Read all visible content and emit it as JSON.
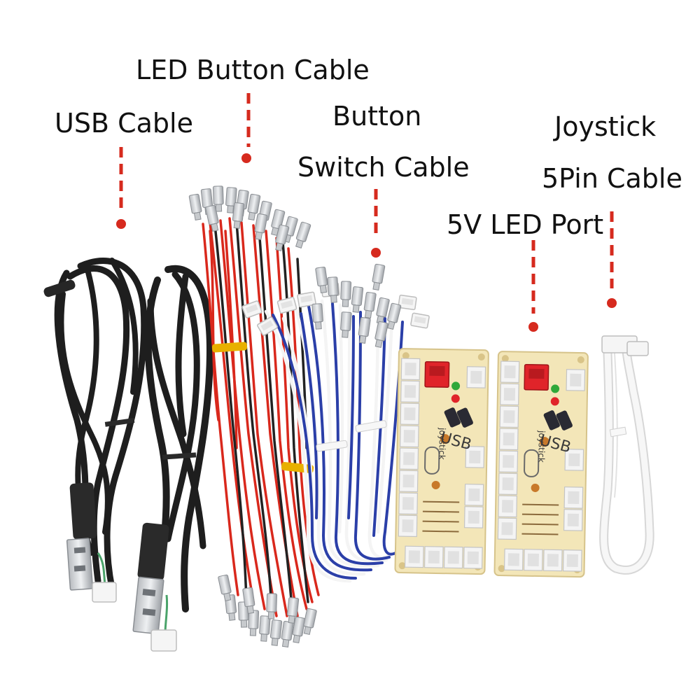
{
  "labels": {
    "usb_cable": "USB Cable",
    "led_button_cable": "LED Button Cable",
    "button_switch_line1": "Button",
    "button_switch_line2": "Switch Cable",
    "joystick_line1": "Joystick",
    "joystick_line2": "5Pin Cable",
    "led_port": "5V LED Port"
  },
  "pcb": {
    "brand_line1": "USB",
    "brand_line2": "joystick"
  },
  "colors": {
    "pointer": "#d62a1e",
    "usb_cable": "#1e1e1e",
    "red_wire": "#d9281c",
    "black_wire": "#222222",
    "blue_wire": "#2b3fa8",
    "white_wire": "#f4f4f4",
    "pcb": "#f3e6b8",
    "connector": "#f2f2f2",
    "red_connector": "#e0242a",
    "cable_tie": "#e8b000"
  }
}
